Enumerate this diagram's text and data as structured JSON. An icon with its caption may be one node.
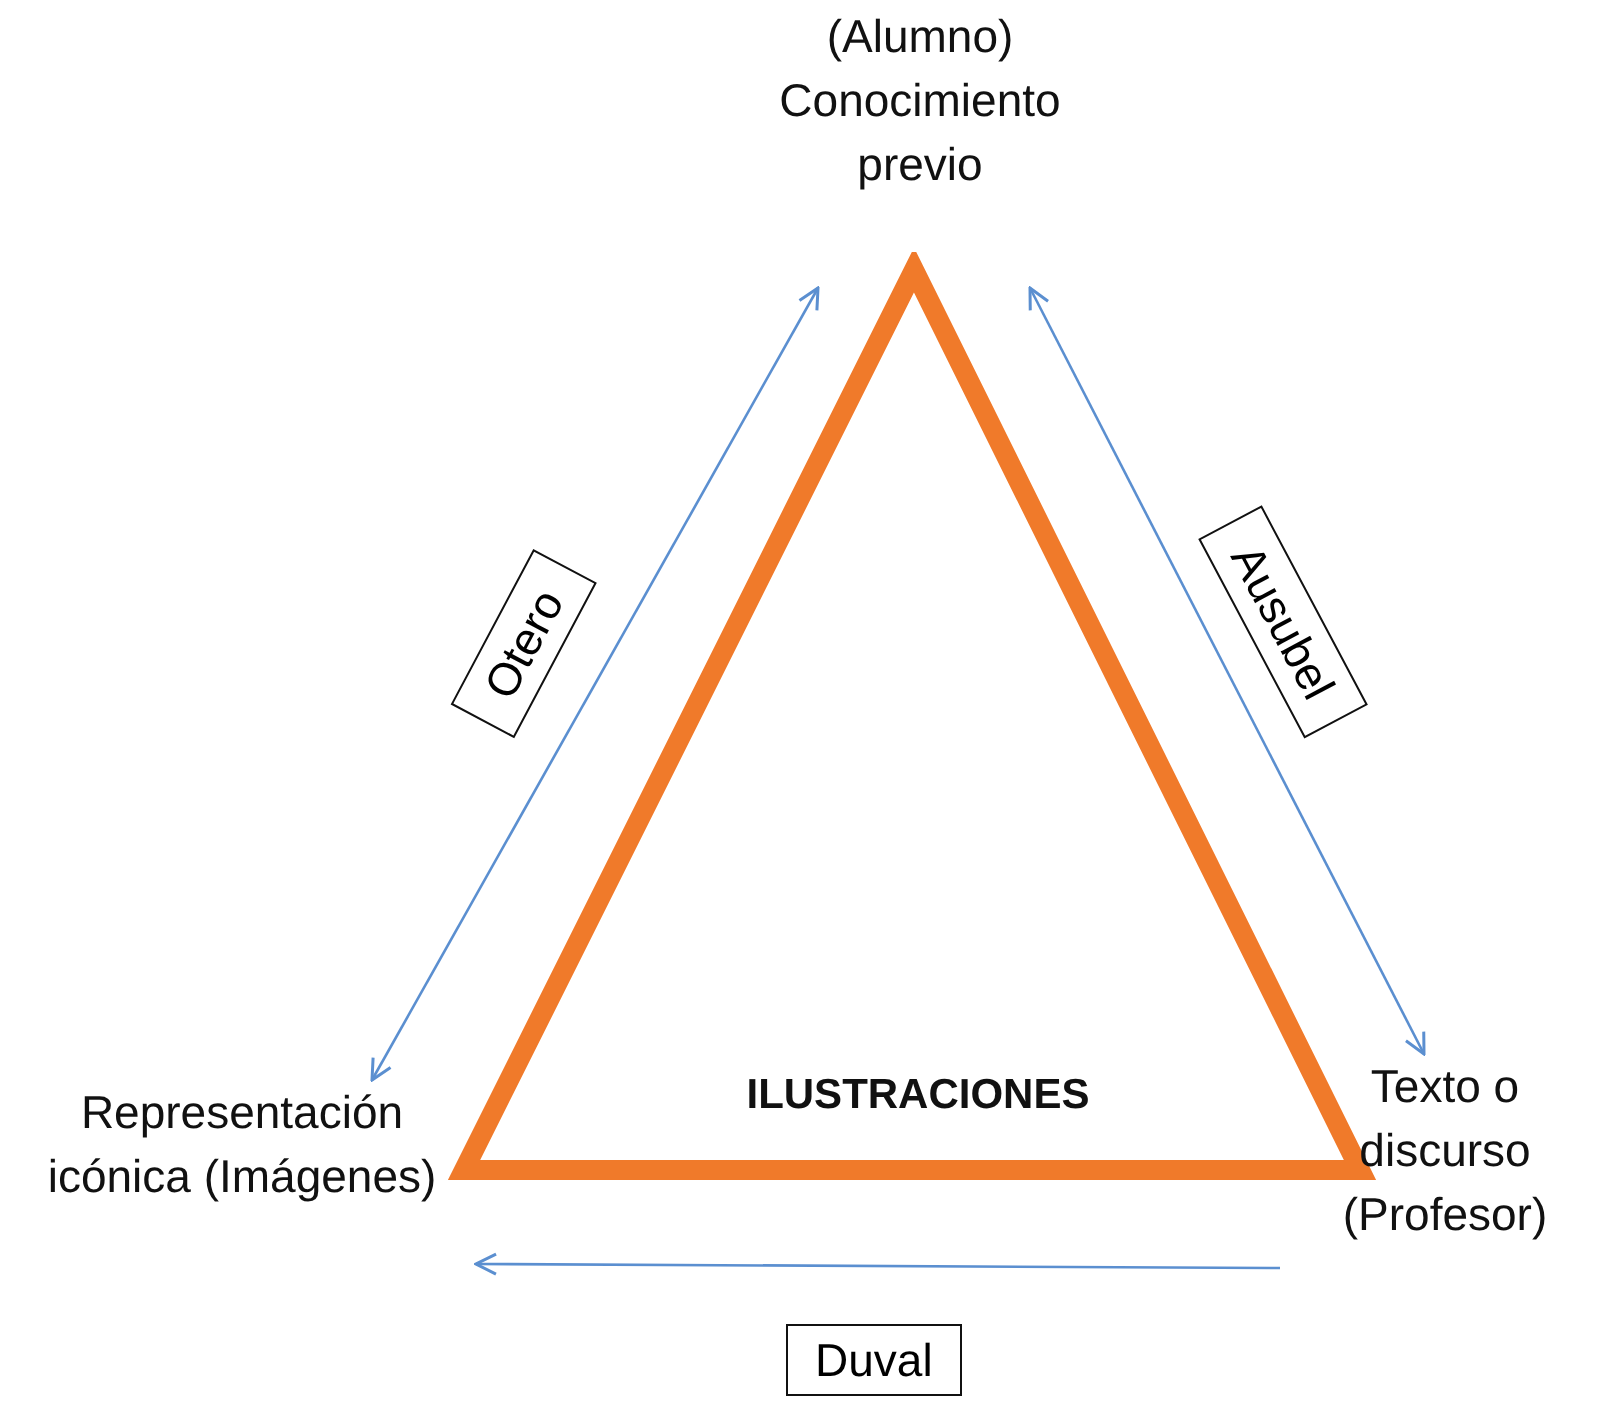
{
  "diagram": {
    "nodes": [
      {
        "text": [
          "(Alumno) Conocimiento previo"
        ]
      },
      {
        "text": [
          "ILUSTRACIONES"
        ]
      },
      {
        "text": [
          "Representación icónica (Imágenes)"
        ]
      },
      {
        "text": [
          "Texto o discurso (Profesor)"
        ]
      }
    ],
    "edges": [
      {
        "from": 0,
        "to": 2,
        "arrow": "both",
        "label": "Otero"
      },
      {
        "from": 0,
        "to": 3,
        "arrow": "both",
        "label": "Ausubel"
      },
      {
        "from": 3,
        "to": 2,
        "arrow": "to",
        "label": "Duval"
      }
    ]
  }
}
